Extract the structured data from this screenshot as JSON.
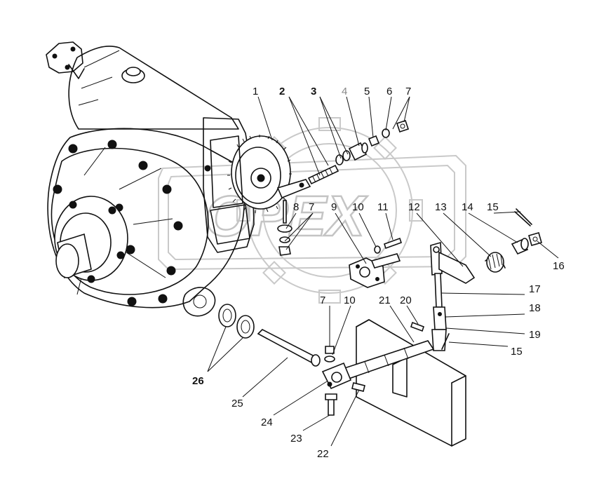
{
  "watermark": {
    "text": "OPEX"
  },
  "callouts": [
    {
      "id": "c1",
      "text": "1",
      "weight": "normal"
    },
    {
      "id": "c2",
      "text": "2",
      "weight": "bold"
    },
    {
      "id": "c3",
      "text": "3",
      "weight": "bold"
    },
    {
      "id": "c4",
      "text": "4",
      "weight": "gray"
    },
    {
      "id": "c5",
      "text": "5",
      "weight": "normal"
    },
    {
      "id": "c6",
      "text": "6",
      "weight": "normal"
    },
    {
      "id": "c7a",
      "text": "7",
      "weight": "normal"
    },
    {
      "id": "c8",
      "text": "8",
      "weight": "normal"
    },
    {
      "id": "c7b",
      "text": "7",
      "weight": "normal"
    },
    {
      "id": "c9",
      "text": "9",
      "weight": "normal"
    },
    {
      "id": "c10a",
      "text": "10",
      "weight": "normal"
    },
    {
      "id": "c11",
      "text": "11",
      "weight": "normal"
    },
    {
      "id": "c12",
      "text": "12",
      "weight": "normal"
    },
    {
      "id": "c13",
      "text": "13",
      "weight": "normal"
    },
    {
      "id": "c14",
      "text": "14",
      "weight": "normal"
    },
    {
      "id": "c15a",
      "text": "15",
      "weight": "normal"
    },
    {
      "id": "c16",
      "text": "16",
      "weight": "normal"
    },
    {
      "id": "c17",
      "text": "17",
      "weight": "normal"
    },
    {
      "id": "c18",
      "text": "18",
      "weight": "normal"
    },
    {
      "id": "c19",
      "text": "19",
      "weight": "normal"
    },
    {
      "id": "c15b",
      "text": "15",
      "weight": "normal"
    },
    {
      "id": "c20",
      "text": "20",
      "weight": "normal"
    },
    {
      "id": "c21",
      "text": "21",
      "weight": "normal"
    },
    {
      "id": "c7c",
      "text": "7",
      "weight": "normal"
    },
    {
      "id": "c10b",
      "text": "10",
      "weight": "normal"
    },
    {
      "id": "c26",
      "text": "26",
      "weight": "bold"
    },
    {
      "id": "c25",
      "text": "25",
      "weight": "normal"
    },
    {
      "id": "c24",
      "text": "24",
      "weight": "normal"
    },
    {
      "id": "c23",
      "text": "23",
      "weight": "normal"
    },
    {
      "id": "c22",
      "text": "22",
      "weight": "normal"
    }
  ]
}
